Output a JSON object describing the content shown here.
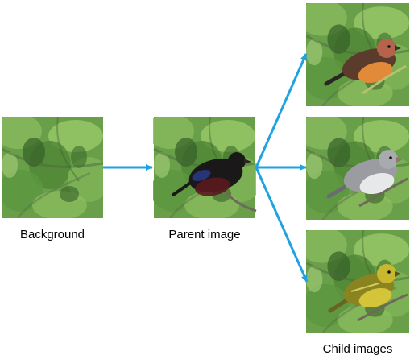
{
  "labels": {
    "background": "Background",
    "parent": "Parent image",
    "children": "Child images"
  },
  "colors": {
    "arrow": "#1ea2e0",
    "foliage_light": "#8cc060",
    "foliage_mid": "#5e9a3e",
    "foliage_dark": "#2f5a22",
    "branch": "#6e6a5a",
    "bird_parent_body": "#1a1818",
    "bird_parent_belly": "#5a1a1e",
    "bird_parent_wing": "#2a3a8a",
    "bird_child1_back": "#5a3b2c",
    "bird_child1_belly": "#e08a3a",
    "bird_child2_body": "#9a9ca2",
    "bird_child2_belly": "#e6e8ea",
    "bird_child3_body": "#8a8420",
    "bird_child3_belly": "#d4c43a"
  },
  "icons": {
    "background_image": "foliage-background-image",
    "parent_image": "dark-bird-silhouette-image",
    "child_images": [
      "orange-breasted-bird-image",
      "grey-bird-image",
      "yellow-bird-image"
    ]
  }
}
